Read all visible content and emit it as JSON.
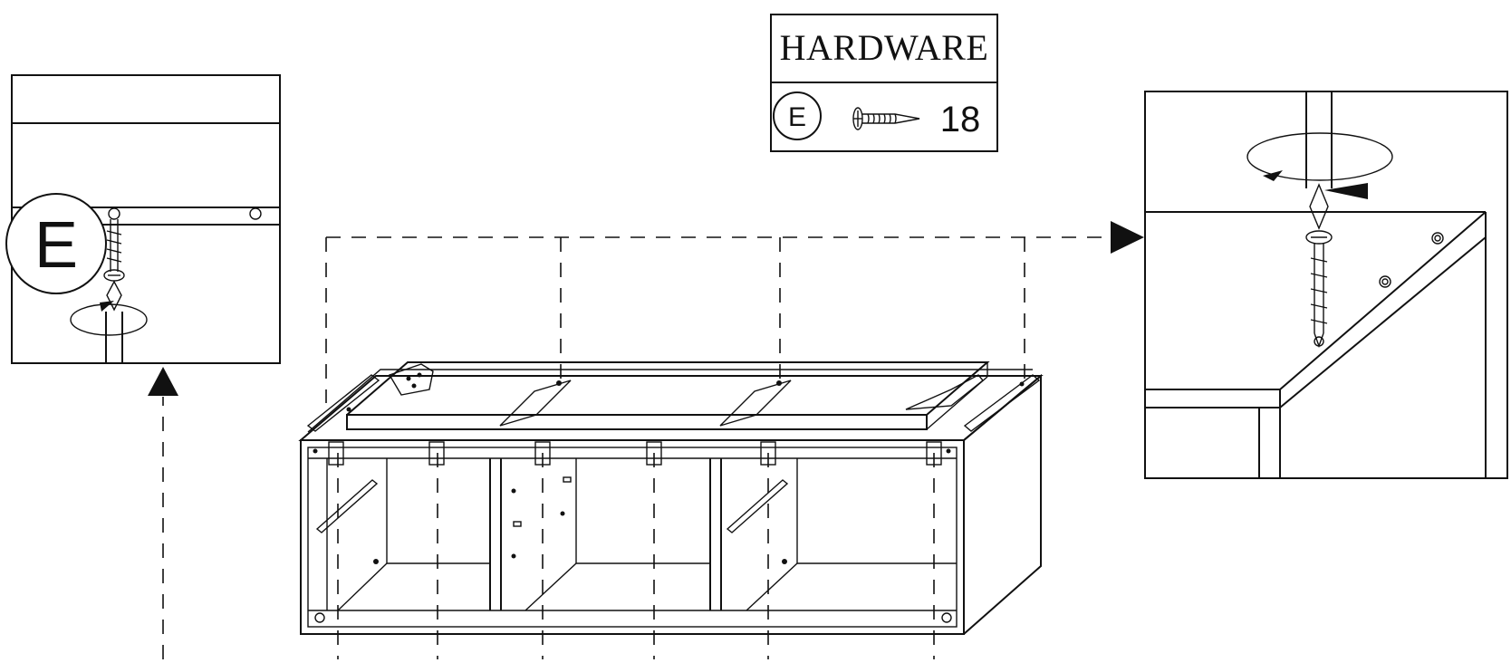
{
  "hardware_box": {
    "title": "HARDWARE",
    "part_letter": "E",
    "part_icon": "screw-icon",
    "quantity": "18"
  },
  "detail_left": {
    "part_letter": "E"
  },
  "colors": {
    "line": "#111111",
    "background": "#ffffff"
  }
}
